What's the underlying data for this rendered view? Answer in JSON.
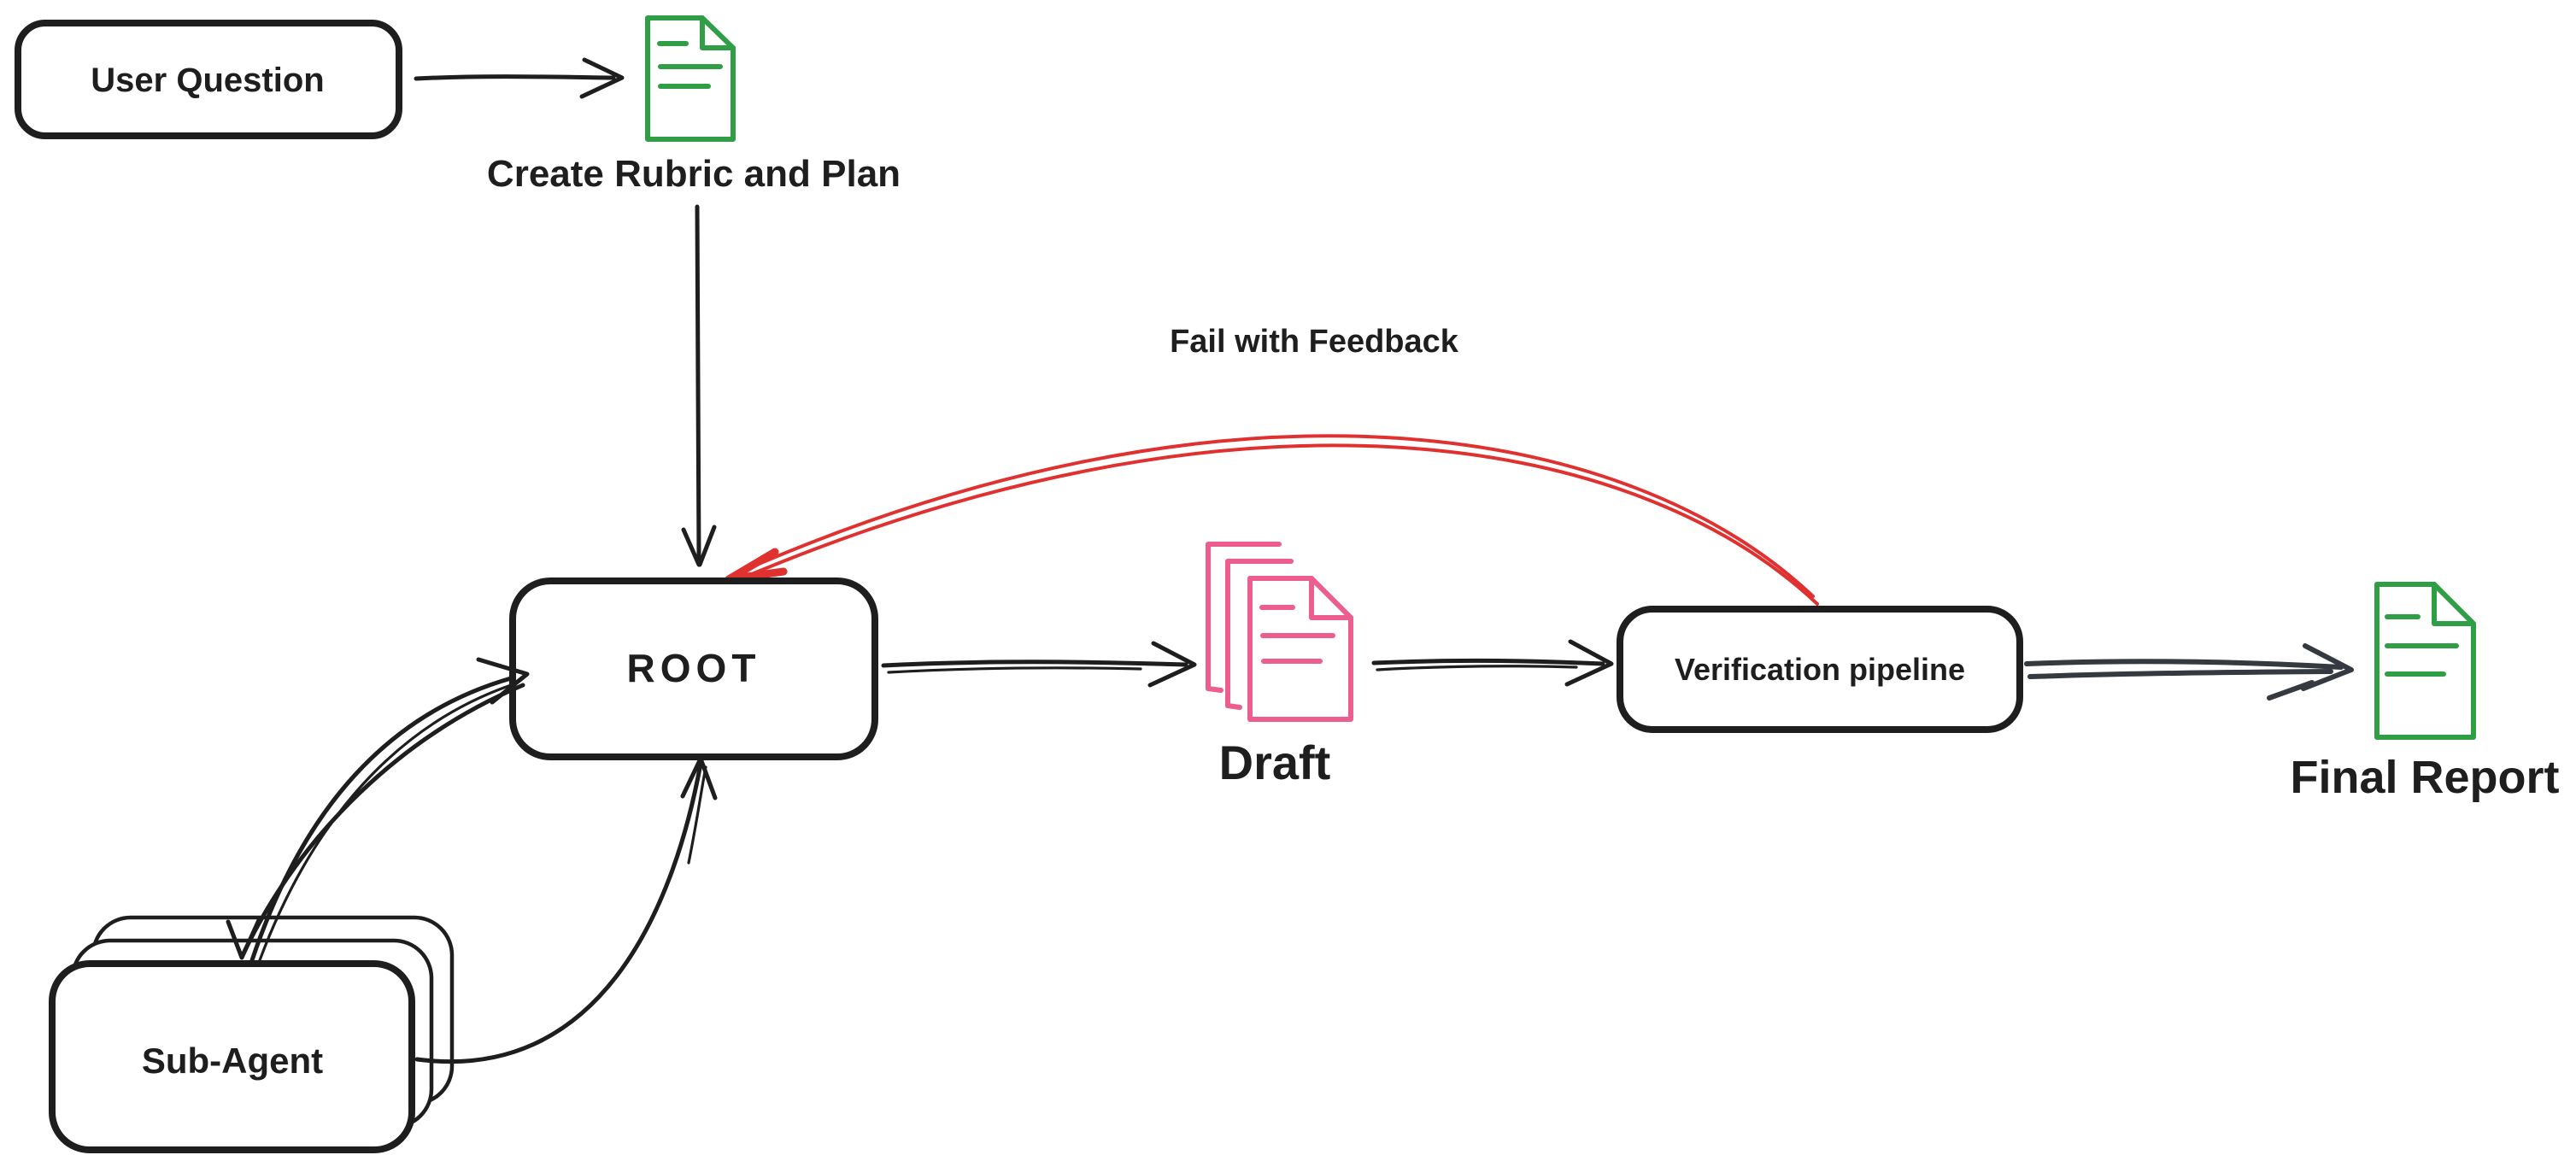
{
  "canvas": {
    "background": "#ffffff"
  },
  "palette": {
    "ink": "#1e1e1e",
    "red": "#e03131",
    "pink": "#ec5d90",
    "green": "#2f9e44",
    "slate": "#343a40"
  },
  "nodes": {
    "user_question": {
      "label": "User Question"
    },
    "root": {
      "label": "ROOT"
    },
    "sub_agent": {
      "label": "Sub-Agent"
    },
    "verification_pipeline": {
      "label": "Verification pipeline"
    }
  },
  "artifacts": {
    "rubric": {
      "caption": "Create Rubric and Plan"
    },
    "draft": {
      "caption": "Draft"
    },
    "final_report": {
      "caption": "Final Report"
    }
  },
  "edges": {
    "fail_with_feedback": {
      "label": "Fail with Feedback"
    }
  }
}
